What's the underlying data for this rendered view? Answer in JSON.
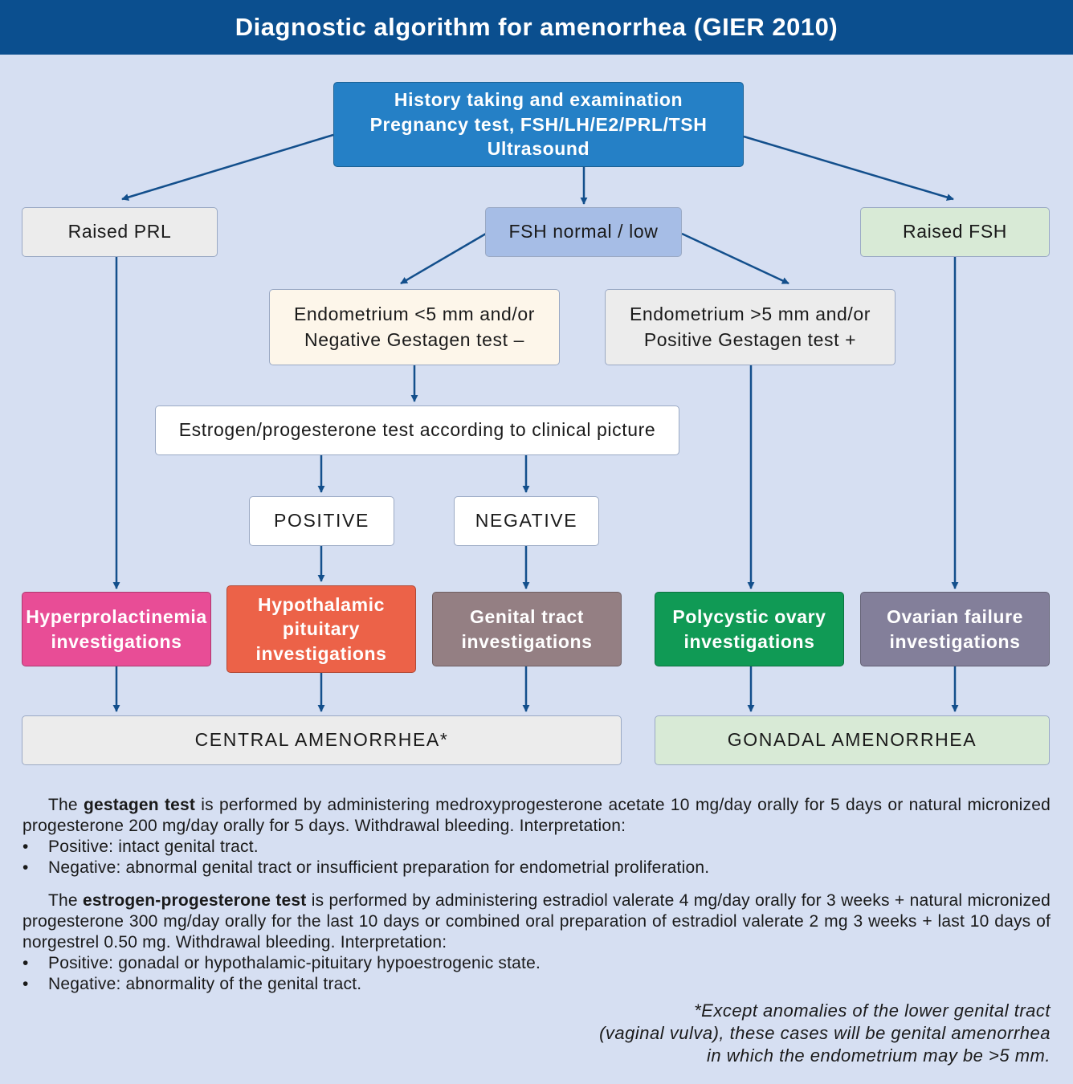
{
  "title": "Diagnostic algorithm for amenorrhea (GIER 2010)",
  "nodes": {
    "history": [
      "History taking and examination",
      "Pregnancy test, FSH/LH/E2/PRL/TSH",
      "Ultrasound"
    ],
    "raised_prl": [
      "Raised PRL"
    ],
    "fsh_normal_low": [
      "FSH normal / low"
    ],
    "raised_fsh": [
      "Raised FSH"
    ],
    "endometrium_thin": [
      "Endometrium <5 mm and/or",
      "Negative Gestagen test –"
    ],
    "endometrium_thick": [
      "Endometrium >5 mm and/or",
      "Positive Gestagen test +"
    ],
    "estrogen_test": [
      "Estrogen/progesterone test according to clinical picture"
    ],
    "positive": [
      "POSITIVE"
    ],
    "negative": [
      "NEGATIVE"
    ],
    "hyperprolactinemia": [
      "Hyperprolactinemia",
      "investigations"
    ],
    "hypothalamic": [
      "Hypothalamic",
      "pituitary",
      "investigations"
    ],
    "genital_tract": [
      "Genital tract",
      "investigations"
    ],
    "polycystic": [
      "Polycystic ovary",
      "investigations"
    ],
    "ovarian_failure": [
      "Ovarian failure",
      "investigations"
    ],
    "central": [
      "CENTRAL AMENORRHEA*"
    ],
    "gonadal": [
      "GONADAL AMENORRHEA"
    ]
  },
  "colors": {
    "header": "#0b4f8f",
    "history": "#2580c6",
    "raised_prl": "#ececec",
    "fsh_normal_low": "#a6bde6",
    "raised_fsh": "#d8ead6",
    "endometrium_thin": "#fdf6ea",
    "endometrium_thick": "#ececec",
    "estrogen_test": "#ffffff",
    "positive": "#ffffff",
    "negative": "#ffffff",
    "hyperprolactinemia": "#e84d96",
    "hypothalamic": "#ec6248",
    "genital_tract": "#947f83",
    "polycystic": "#109a55",
    "ovarian_failure": "#837f9a",
    "central": "#ececec",
    "gonadal": "#d8ead6",
    "arrow": "#134f8c"
  },
  "notes": {
    "gestagen": {
      "pre": "The ",
      "term": "gestagen test",
      "text": " is performed by administering medroxyprogesterone acetate 10 mg/day orally for 5 days or natural micronized progesterone 200 mg/day orally for 5 days. Withdrawal bleeding. Interpretation:",
      "bullets": [
        "Positive: intact genital tract.",
        "Negative: abnormal genital tract or insufficient preparation for endometrial proliferation."
      ]
    },
    "estrogen": {
      "pre": "The ",
      "term": "estrogen-progesterone test",
      "text": " is performed by administering estradiol valerate 4 mg/day orally for 3 weeks + natural micronized progesterone 300 mg/day orally for the last 10 days or combined oral preparation of estradiol valerate 2 mg 3 weeks + last 10 days of norgestrel 0.50 mg. Withdrawal bleeding. Interpretation:",
      "bullets": [
        "Positive: gonadal or hypothalamic-pituitary hypoestrogenic state.",
        "Negative: abnormality of the genital tract."
      ]
    }
  },
  "footnote": [
    "*Except anomalies of the lower genital tract",
    "(vaginal vulva), these cases will be genital amenorrhea",
    "in which the endometrium may be >5 mm."
  ]
}
